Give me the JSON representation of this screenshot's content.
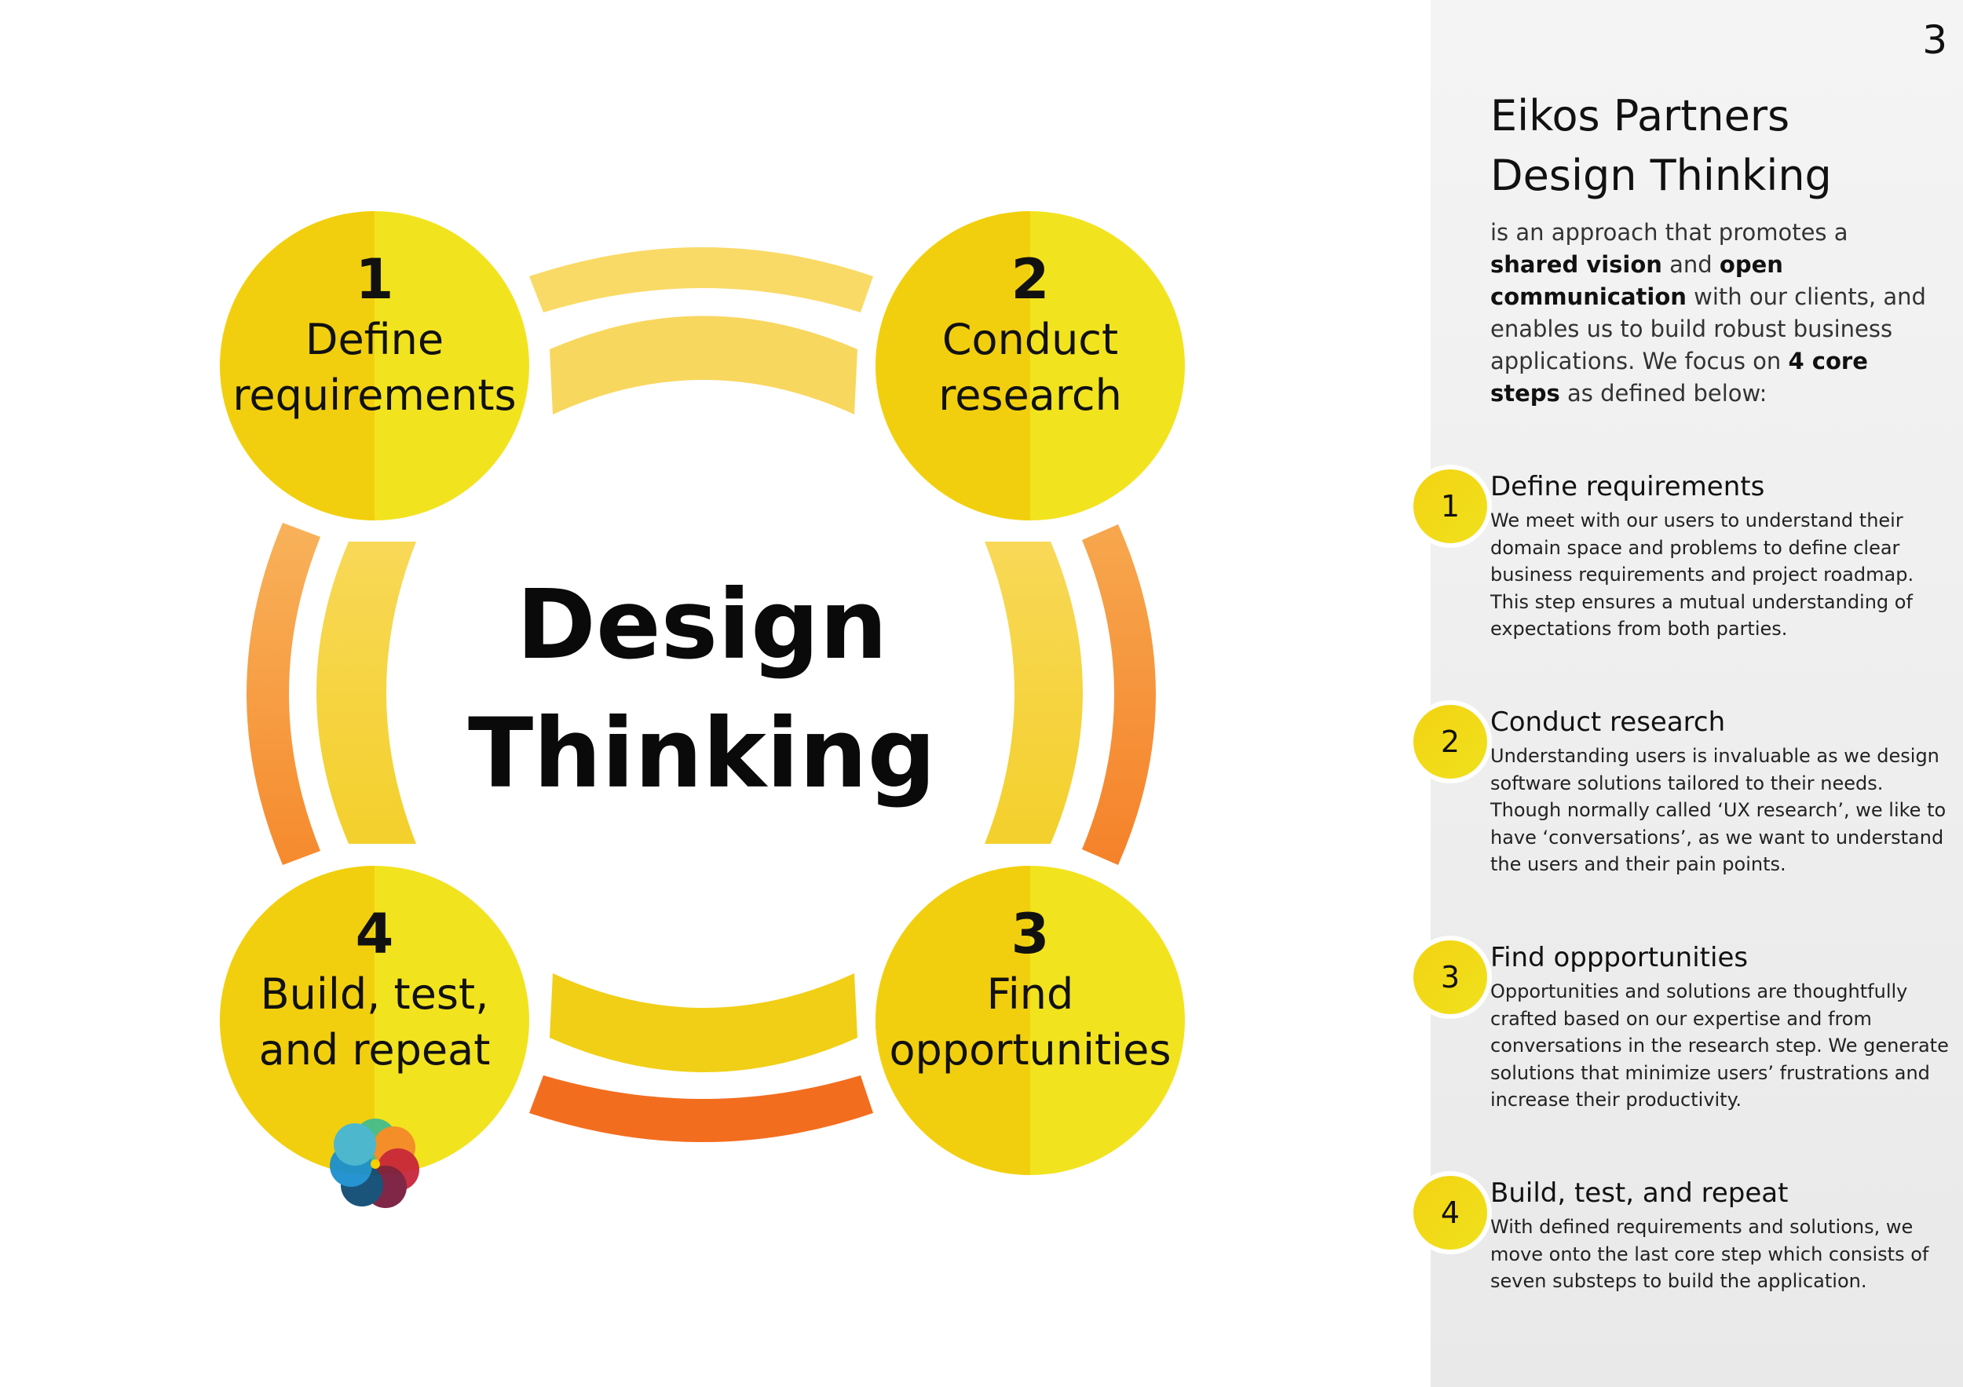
{
  "page_number": "3",
  "diagram": {
    "center_title": [
      "Design",
      "Thinking"
    ],
    "circles": [
      {
        "number": "1",
        "lines": [
          "Define",
          "requirements"
        ]
      },
      {
        "number": "2",
        "lines": [
          "Conduct",
          "research"
        ]
      },
      {
        "number": "3",
        "lines": [
          "Find",
          "opportunities"
        ]
      },
      {
        "number": "4",
        "lines": [
          "Build, test,",
          "and repeat"
        ]
      }
    ],
    "colors": {
      "circle_light": "#f2e31f",
      "circle_dark": "#f2cf0e",
      "arc_pale": "#f8d860",
      "arc_yellow": "#f0d01c",
      "arc_orange": "#f36c1e",
      "logo": [
        "#46bb8c",
        "#f48a2a",
        "#c8263a",
        "#7a1b3e",
        "#0f4b73",
        "#1a8fcf",
        "#45b6d9",
        "#f7d100"
      ]
    }
  },
  "sidebar": {
    "title": [
      "Eikos Partners",
      "Design Thinking"
    ],
    "intro": [
      {
        "text": "is an approach that promotes a ",
        "bold": false
      },
      {
        "text": "shared vision",
        "bold": true
      },
      {
        "text": " and ",
        "bold": false
      },
      {
        "text": "open communication",
        "bold": true
      },
      {
        "text": " with our clients, and enables us to build robust business applications. We focus on ",
        "bold": false
      },
      {
        "text": "4 core steps",
        "bold": true
      },
      {
        "text": " as defined below:",
        "bold": false
      }
    ],
    "steps": [
      {
        "number": "1",
        "title": "Define requirements",
        "lines": [
          "We meet with our users to understand their",
          "domain space and problems to define clear",
          "business requirements and project roadmap.",
          "This step ensures a mutual understanding of",
          "expectations from both parties."
        ]
      },
      {
        "number": "2",
        "title": "Conduct research",
        "lines": [
          "Understanding users is invaluable as we design",
          "software solutions tailored to their needs.",
          "Though normally called ‘UX research’, we like to",
          "have ‘conversations’, as we want to understand",
          "the users and their pain points."
        ]
      },
      {
        "number": "3",
        "title": "Find oppportunities",
        "lines": [
          "Opportunities and solutions are thoughtfully",
          "crafted based on our expertise and from",
          "conversations in the research step. We generate",
          "solutions that minimize users’ frustrations and",
          "increase their productivity."
        ]
      },
      {
        "number": "4",
        "title": "Build, test, and repeat",
        "lines": [
          "With defined requirements and solutions, we",
          "move onto the last core step which consists of",
          "seven substeps to build the application."
        ]
      }
    ]
  }
}
